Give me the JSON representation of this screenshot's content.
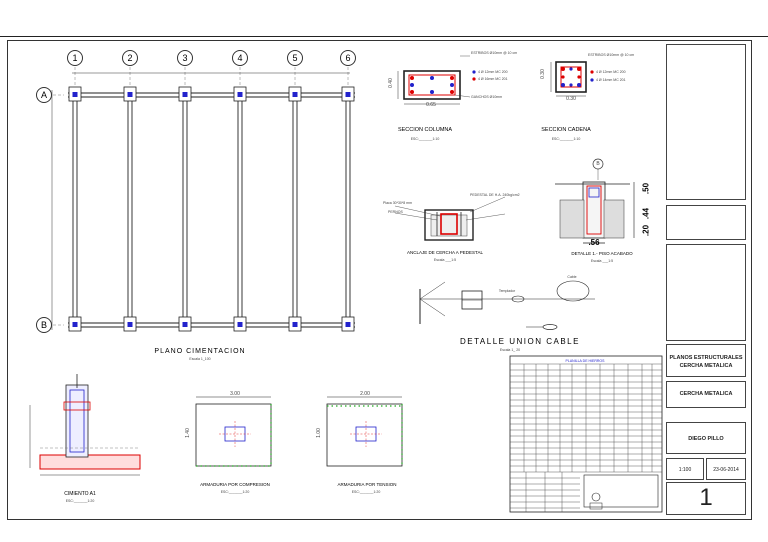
{
  "axes": {
    "columns": [
      "1",
      "2",
      "3",
      "4",
      "5",
      "6"
    ],
    "rows": [
      "A",
      "B"
    ]
  },
  "plan": {
    "title": "PLANO CIMENTACION",
    "scale": "Escala 1_100"
  },
  "col_section": {
    "title": "SECCION COLUMNA",
    "scale": "ESC:_______1:10",
    "dim_h": "0.40",
    "dim_w": "0.65",
    "stirrup": "ESTRIBOS Ø10mm @ 10 cm",
    "bar1": "4 Ø 12mm   MC 200",
    "bar2": "4 Ø 16mm   MC 201",
    "hooks": "GANCHOS Ø10mm"
  },
  "chain_section": {
    "title": "SECCION CADENA",
    "scale": "ESC:_______1:10",
    "dim_h": "0.30",
    "dim_w": "0.30",
    "stirrup": "ESTRIBOS Ø10mm @ 10 cm",
    "bar1": "4 Ø 12mm MC 200",
    "bar2": "4 Ø 14mm MC 201"
  },
  "anchor": {
    "title": "ANCLAJE DE CERCHA A PEDESTAL",
    "scale": "Escala ___1:5",
    "plate": "Placa 30*30*8 mm",
    "bolts": "PERNOS",
    "pedestal": "PEDESTAL DE H.A. 240kg/cm2"
  },
  "floor_detail": {
    "title": "DETALLE 1.- PISO ACABADO",
    "scale": "Escala ___1:5",
    "marker": "B",
    "d1": ".50",
    "d2": ".44",
    "d3": ".20",
    "d4": ".56"
  },
  "cable": {
    "title": "DETALLE UNION CABLE",
    "scale": "Escala 1_ 20",
    "cable_label": "Cable",
    "tensor_label": "Templador"
  },
  "footing": {
    "title": "CIMIENTO A1",
    "scale": "ESC:_______1:20"
  },
  "compression": {
    "title": "ARMADURIA POR COMPRESION",
    "scale": "ESC:_______1:20",
    "dim_top": "3.00",
    "dim_side": "1.40"
  },
  "tension": {
    "title": "ARMADURIA POR TENSION",
    "scale": "ESC:_______1:20",
    "dim_top": "2.00",
    "dim_side": "1.00"
  },
  "schedule": {
    "title": "PLANILLA DE HIERROS"
  },
  "title_block": {
    "project": "PLANOS ESTRUCTURALES\nCERCHA METALICA",
    "sheet_title": "CERCHA METALICA",
    "author": "DIEGO PILLO",
    "scale": "1:100",
    "date": "23-06-2014",
    "sheet_number": "1"
  }
}
